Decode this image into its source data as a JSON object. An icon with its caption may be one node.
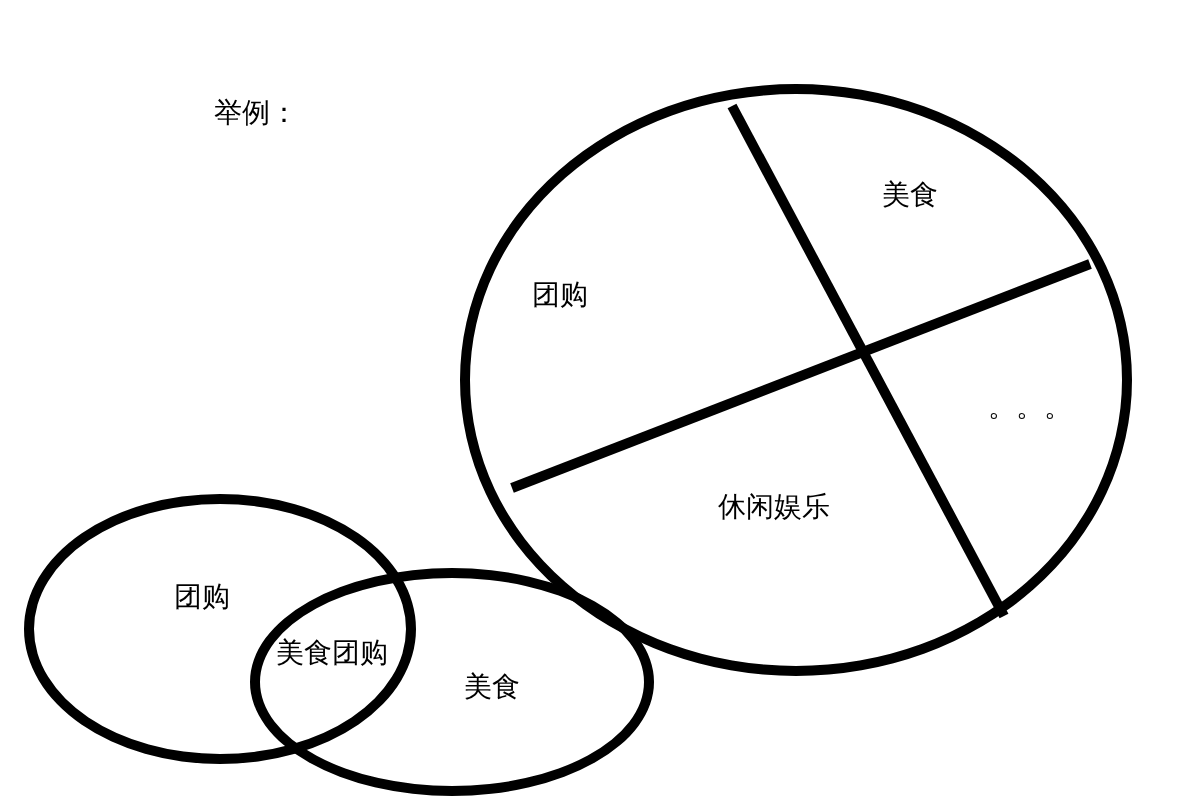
{
  "diagram": {
    "title": "举例：",
    "nodes": [
      {
        "text": [
          "美食",
          "团购",
          "。。。",
          "休闲娱乐"
        ]
      },
      {
        "text": [
          "团购"
        ]
      },
      {
        "text": [
          "美食"
        ]
      }
    ],
    "labels": [
      "美食团购"
    ]
  }
}
